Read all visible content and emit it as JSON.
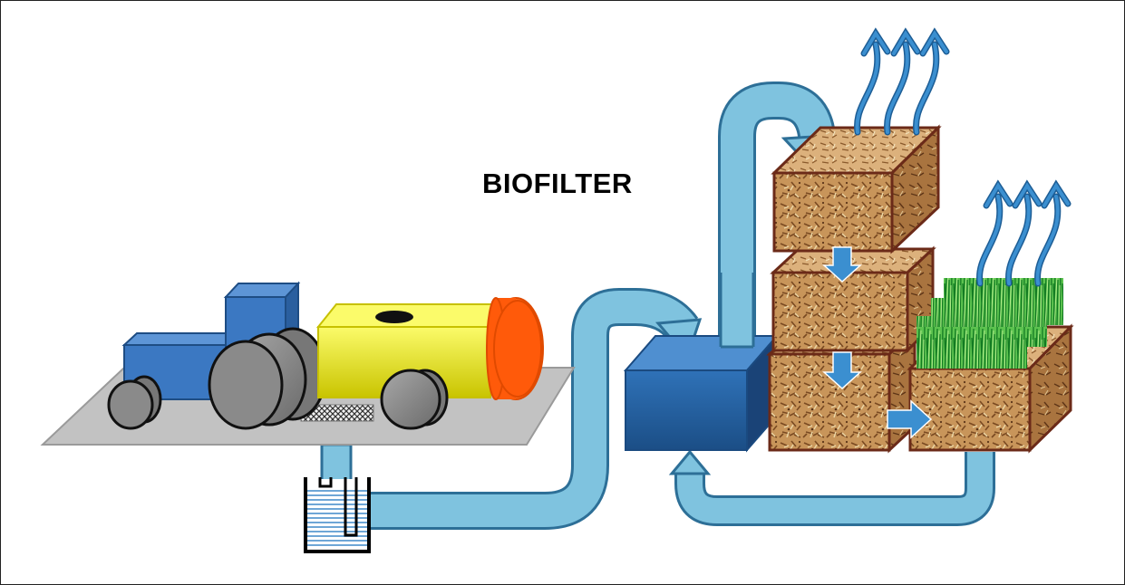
{
  "title": "BIOFILTER",
  "colors": {
    "pipe_fill": "#7fc3df",
    "pipe_stroke": "#2d6f97",
    "tractor_blue": "#3b78c2",
    "tank_yellow": "#f4f000",
    "tank_cap_orange": "#ff5a0a",
    "wheel_gray": "#8a8a8a",
    "floor_gray": "#c2c2c2",
    "mixer_tank_blue": "#24609f",
    "woodchip_brown": "#c8955a",
    "box_edge_brown": "#6b2a18",
    "grass_green": "#2fa83a",
    "arrow_blue": "#3b8fd0"
  },
  "components": {
    "barn_floor": "slatted-floor",
    "tractor": "tractor",
    "slurry_tank": "slurry-tanker",
    "collection_pit": "slurry-pit",
    "mixing_tank": "mixing-tank",
    "filter_beds": [
      "woodchip-bed-top",
      "woodchip-bed-middle",
      "woodchip-bed-bottom"
    ],
    "grass_bed": "grass-covered-bed"
  }
}
